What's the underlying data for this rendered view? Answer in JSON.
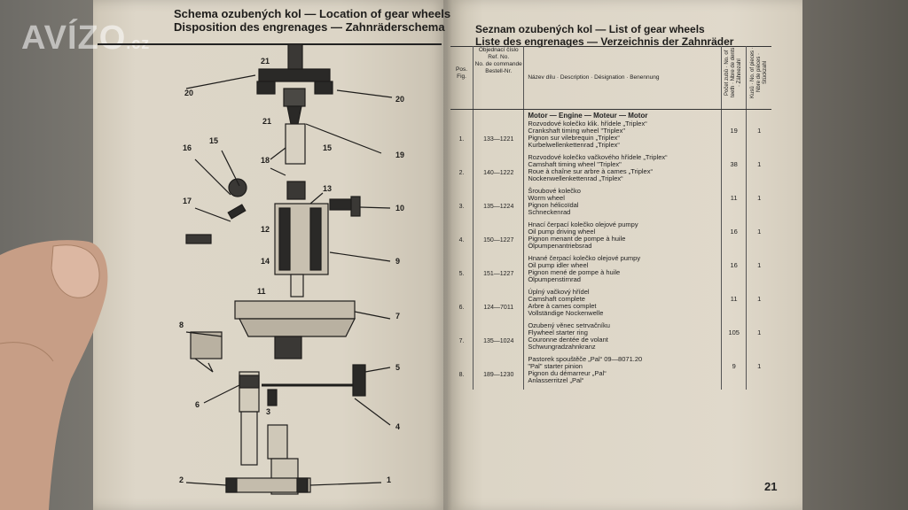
{
  "watermark": {
    "brand": "AVÍZO",
    "tld": ".cz"
  },
  "left_page": {
    "heading": [
      "Schema ozubených kol — Location of gear wheels",
      "Disposition des engrenages — Zahnräderschema"
    ],
    "callouts": [
      "21",
      "20",
      "20",
      "21",
      "18",
      "19",
      "16",
      "15",
      "15",
      "17",
      "13",
      "10",
      "12",
      "14",
      "9",
      "11",
      "8",
      "7",
      "5",
      "6",
      "3",
      "4",
      "2",
      "1"
    ]
  },
  "right_page": {
    "heading": [
      "Seznam ozubených kol — List of gear wheels",
      "Liste des engrenages — Verzeichnis der Zahnräder"
    ],
    "columns": {
      "pos": [
        "Pos.",
        "Fig."
      ],
      "ref": [
        "Objednací číslo",
        "Ref. No.",
        "No. de commande",
        "Bestell-Nr."
      ],
      "desc": "Název dílu · Description · Désignation · Benennung",
      "teeth": "Počet zubů · No. of teeth · Nbre de dents · Zähnezahl",
      "qty": "Kusů · No. of pieces · Nbre de pièces · Stückzahl"
    },
    "section_title": "Motor — Engine — Moteur — Motor",
    "rows": [
      {
        "pos": "1.",
        "ref": "133—1221",
        "teeth": "19",
        "qty": "1",
        "desc": [
          "Rozvodové kolečko klik. hřídele „Triplex“",
          "Crankshaft timing wheel \"Triplex\"",
          "Pignon sur vilebrequin „Triplex“",
          "Kurbelwellenkettenrad „Triplex“"
        ]
      },
      {
        "pos": "2.",
        "ref": "140—1222",
        "teeth": "38",
        "qty": "1",
        "desc": [
          "Rozvodové kolečko vačkového hřídele „Triplex“",
          "Camshaft timing wheel \"Triplex\"",
          "Roue à chaîne sur arbre à cames „Triplex“",
          "Nockenwellenkettenrad „Triplex“"
        ]
      },
      {
        "pos": "3.",
        "ref": "135—1224",
        "teeth": "11",
        "qty": "1",
        "desc": [
          "Šroubové kolečko",
          "Worm wheel",
          "Pignon hélicoïdal",
          "Schneckenrad"
        ]
      },
      {
        "pos": "4.",
        "ref": "150—1227",
        "teeth": "16",
        "qty": "1",
        "desc": [
          "Hnací čerpací kolečko olejové pumpy",
          "Oil pump driving wheel",
          "Pignon menant de pompe à huile",
          "Ölpumpenantriebsrad"
        ]
      },
      {
        "pos": "5.",
        "ref": "151—1227",
        "teeth": "16",
        "qty": "1",
        "desc": [
          "Hnané čerpací kolečko olejové pumpy",
          "Oil pump idler wheel",
          "Pignon mené de pompe à huile",
          "Ölpumpenstirnrad"
        ]
      },
      {
        "pos": "6.",
        "ref": "124—7011",
        "teeth": "11",
        "qty": "1",
        "desc": [
          "Úplný vačkový hřídel",
          "Camshaft complete",
          "Arbre à cames complet",
          "Vollständige Nockenwelle"
        ]
      },
      {
        "pos": "7.",
        "ref": "135—1024",
        "teeth": "105",
        "qty": "1",
        "desc": [
          "Ozubený věnec setrvačníku",
          "Flywheel starter ring",
          "Couronne dentée de volant",
          "Schwungradzahnkranz"
        ]
      },
      {
        "pos": "8.",
        "ref": "189—1230",
        "teeth": "9",
        "qty": "1",
        "desc": [
          "Pastorek spouštěče „Pal“ 09—8071.20",
          "\"Pal\" starter pinion",
          "Pignon du démarreur „Pal“",
          "Anlasserritzel „Pal“"
        ]
      }
    ],
    "page_number": "21"
  }
}
